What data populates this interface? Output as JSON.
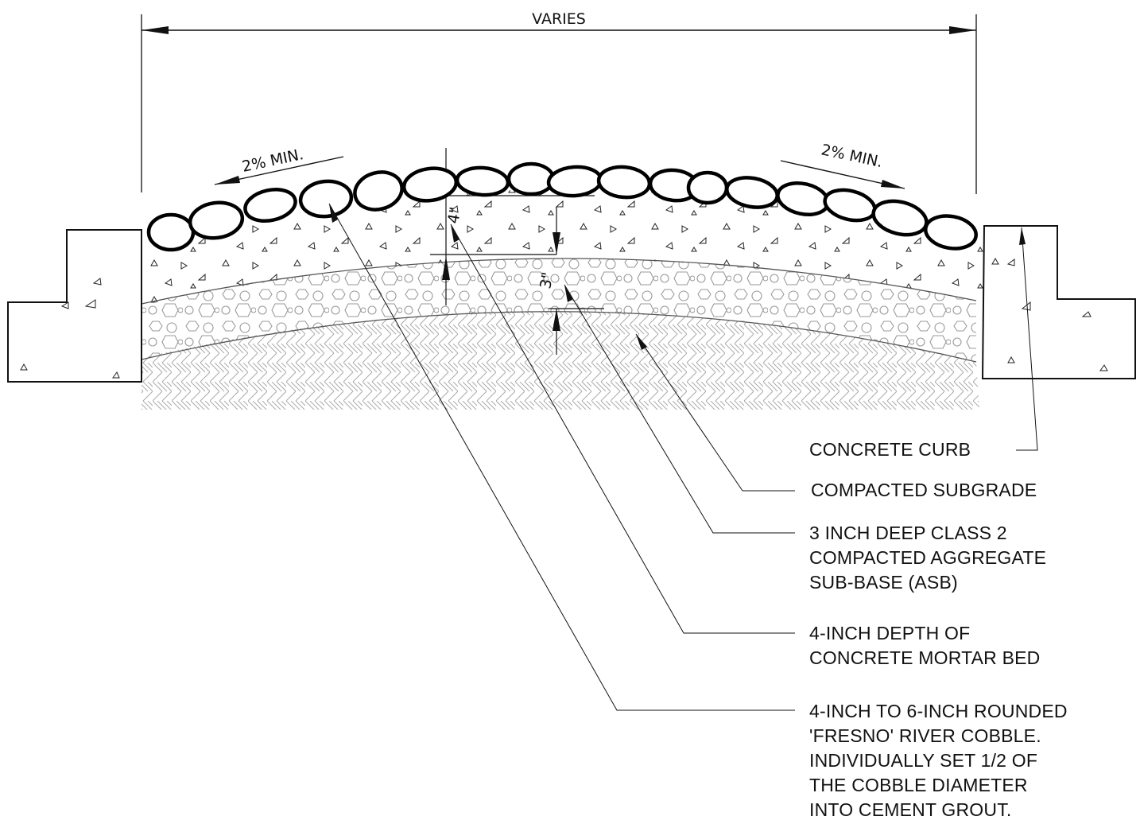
{
  "dimensions": {
    "overall_width": "VARIES",
    "left_slope": "2% MIN.",
    "right_slope": "2% MIN.",
    "mortar_depth": "4\"",
    "subbase_depth": "3\""
  },
  "callouts": {
    "concrete_curb": "CONCRETE CURB",
    "compacted_subgrade": "COMPACTED SUBGRADE",
    "subbase": [
      "3 INCH DEEP CLASS 2",
      "COMPACTED AGGREGATE",
      "SUB-BASE (ASB)"
    ],
    "mortar_bed": [
      "4-INCH DEPTH OF",
      "CONCRETE MORTAR BED"
    ],
    "cobble": [
      "4-INCH TO 6-INCH ROUNDED",
      "'FRESNO' RIVER COBBLE.",
      "INDIVIDUALLY SET 1/2 OF",
      "THE COBBLE DIAMETER",
      "INTO CEMENT GROUT."
    ]
  }
}
